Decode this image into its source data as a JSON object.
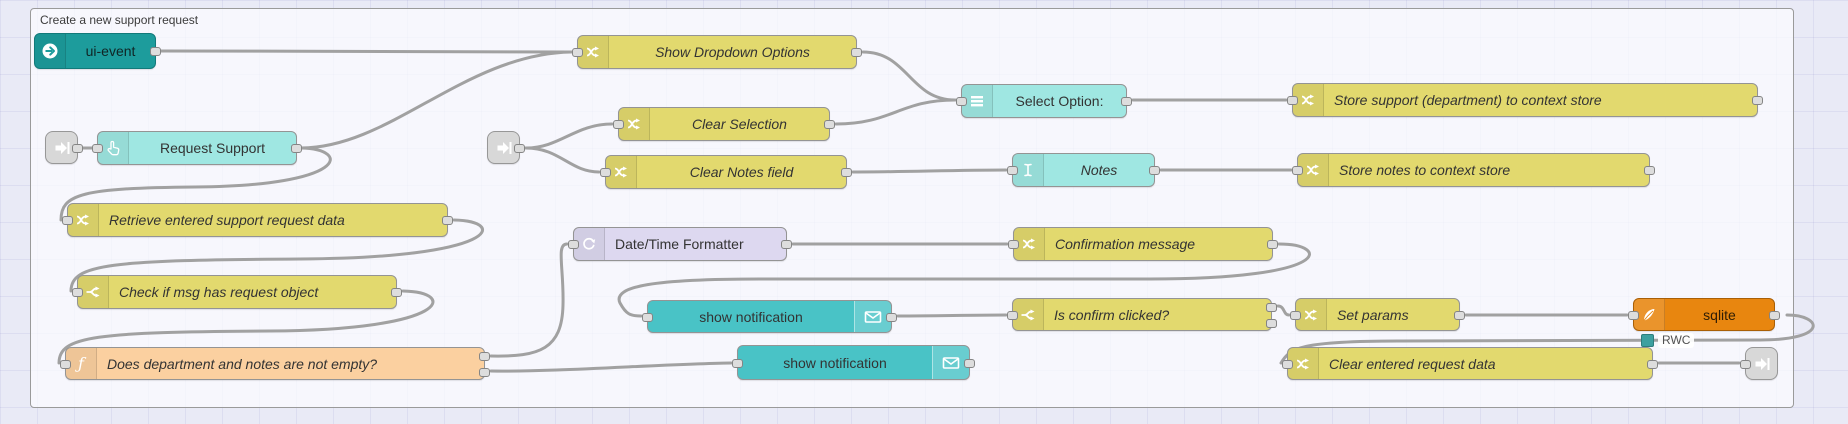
{
  "canvas": {
    "group_label": "Create a new support request"
  },
  "nodes": {
    "ui_event": {
      "label": "ui-event",
      "icon": "circle-right-arrow-icon"
    },
    "request_support": {
      "label": "Request Support",
      "icon": "hand-pointer-icon"
    },
    "show_dropdown": {
      "label": "Show Dropdown Options",
      "icon": "shuffle-icon"
    },
    "clear_selection": {
      "label": "Clear Selection",
      "icon": "shuffle-icon"
    },
    "clear_notes": {
      "label": "Clear Notes field",
      "icon": "shuffle-icon"
    },
    "select_option": {
      "label": "Select Option:",
      "icon": "list-icon"
    },
    "notes": {
      "label": "Notes",
      "icon": "text-cursor-icon"
    },
    "store_support": {
      "label": "Store support (department) to context store",
      "icon": "shuffle-icon"
    },
    "store_notes": {
      "label": "Store notes to context store",
      "icon": "shuffle-icon"
    },
    "retrieve": {
      "label": "Retrieve entered support request data",
      "icon": "shuffle-icon"
    },
    "datetime": {
      "label": "Date/Time Formatter",
      "icon": "clockwise-arrow-icon"
    },
    "confirmation": {
      "label": "Confirmation message",
      "icon": "shuffle-icon"
    },
    "check_request": {
      "label": "Check if msg has request object",
      "icon": "fork-icon"
    },
    "notification1": {
      "label": "show notification",
      "icon": "envelope-icon"
    },
    "notification2": {
      "label": "show notification",
      "icon": "envelope-icon"
    },
    "is_confirm": {
      "label": "Is confirm clicked?",
      "icon": "fork-icon"
    },
    "set_params": {
      "label": "Set params",
      "icon": "shuffle-icon"
    },
    "sqlite": {
      "label": "sqlite",
      "icon": "feather-icon"
    },
    "does_department": {
      "label": "Does department and notes are not empty?",
      "icon": "function-icon"
    },
    "clear_entered": {
      "label": "Clear entered request data",
      "icon": "shuffle-icon"
    }
  },
  "status": {
    "sqlite_status": "RWC"
  },
  "colors": {
    "change_node": "#e2d96e",
    "widget_node": "#9fe7e2",
    "notification_node": "#49c3c6",
    "ui_event_node": "#1d9c9c",
    "function_node": "#fbd0a0",
    "datetime_node": "#ddd8f0",
    "sqlite_node": "#e8860f",
    "link_node": "#d8d8d8",
    "wire": "#a1a1a1",
    "status_square": "#3da0a0",
    "canvas_background": "#e9eaf6"
  }
}
